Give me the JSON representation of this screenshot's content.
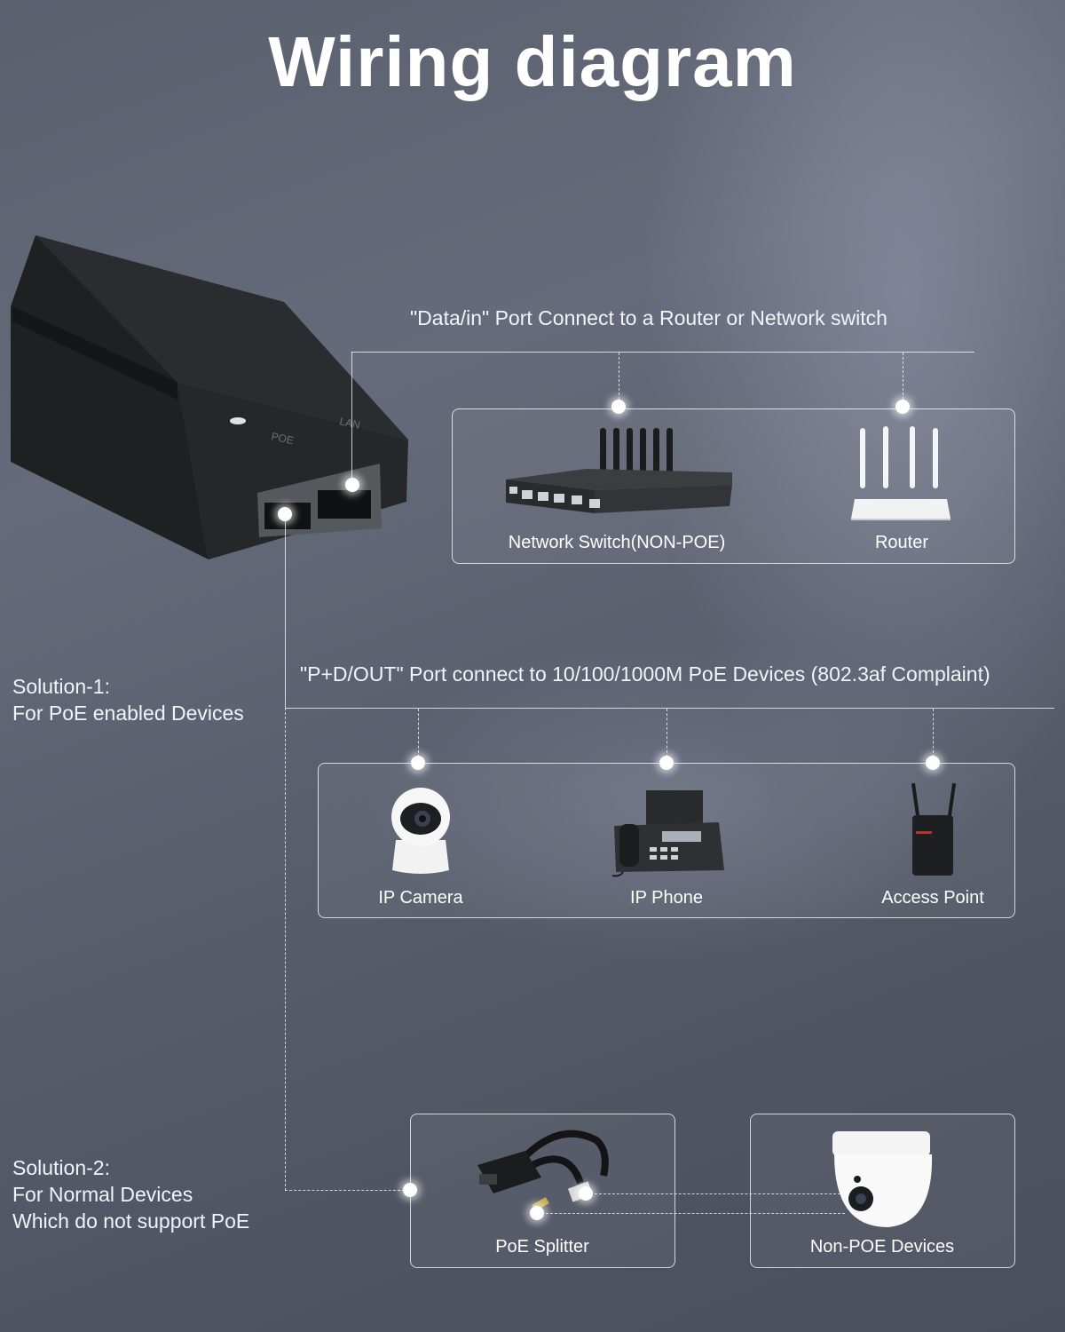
{
  "title": "Wiring diagram",
  "injector": {
    "port_poe": "POE",
    "port_lan": "LAN"
  },
  "data_in_caption": "\"Data/in\" Port Connect to a Router or Network switch",
  "pd_out_caption": "\"P+D/OUT\" Port connect to 10/100/1000M PoE Devices (802.3af Complaint)",
  "solution1": {
    "line1": "Solution-1:",
    "line2": "For PoE enabled Devices"
  },
  "solution2": {
    "line1": "Solution-2:",
    "line2": "For Normal Devices",
    "line3": "Which do not support PoE"
  },
  "devices": {
    "network_switch": "Network Switch(NON-POE)",
    "router": "Router",
    "ip_camera": "IP Camera",
    "ip_phone": "IP Phone",
    "access_point": "Access Point",
    "poe_splitter": "PoE Splitter",
    "non_poe_devices": "Non-POE Devices"
  }
}
